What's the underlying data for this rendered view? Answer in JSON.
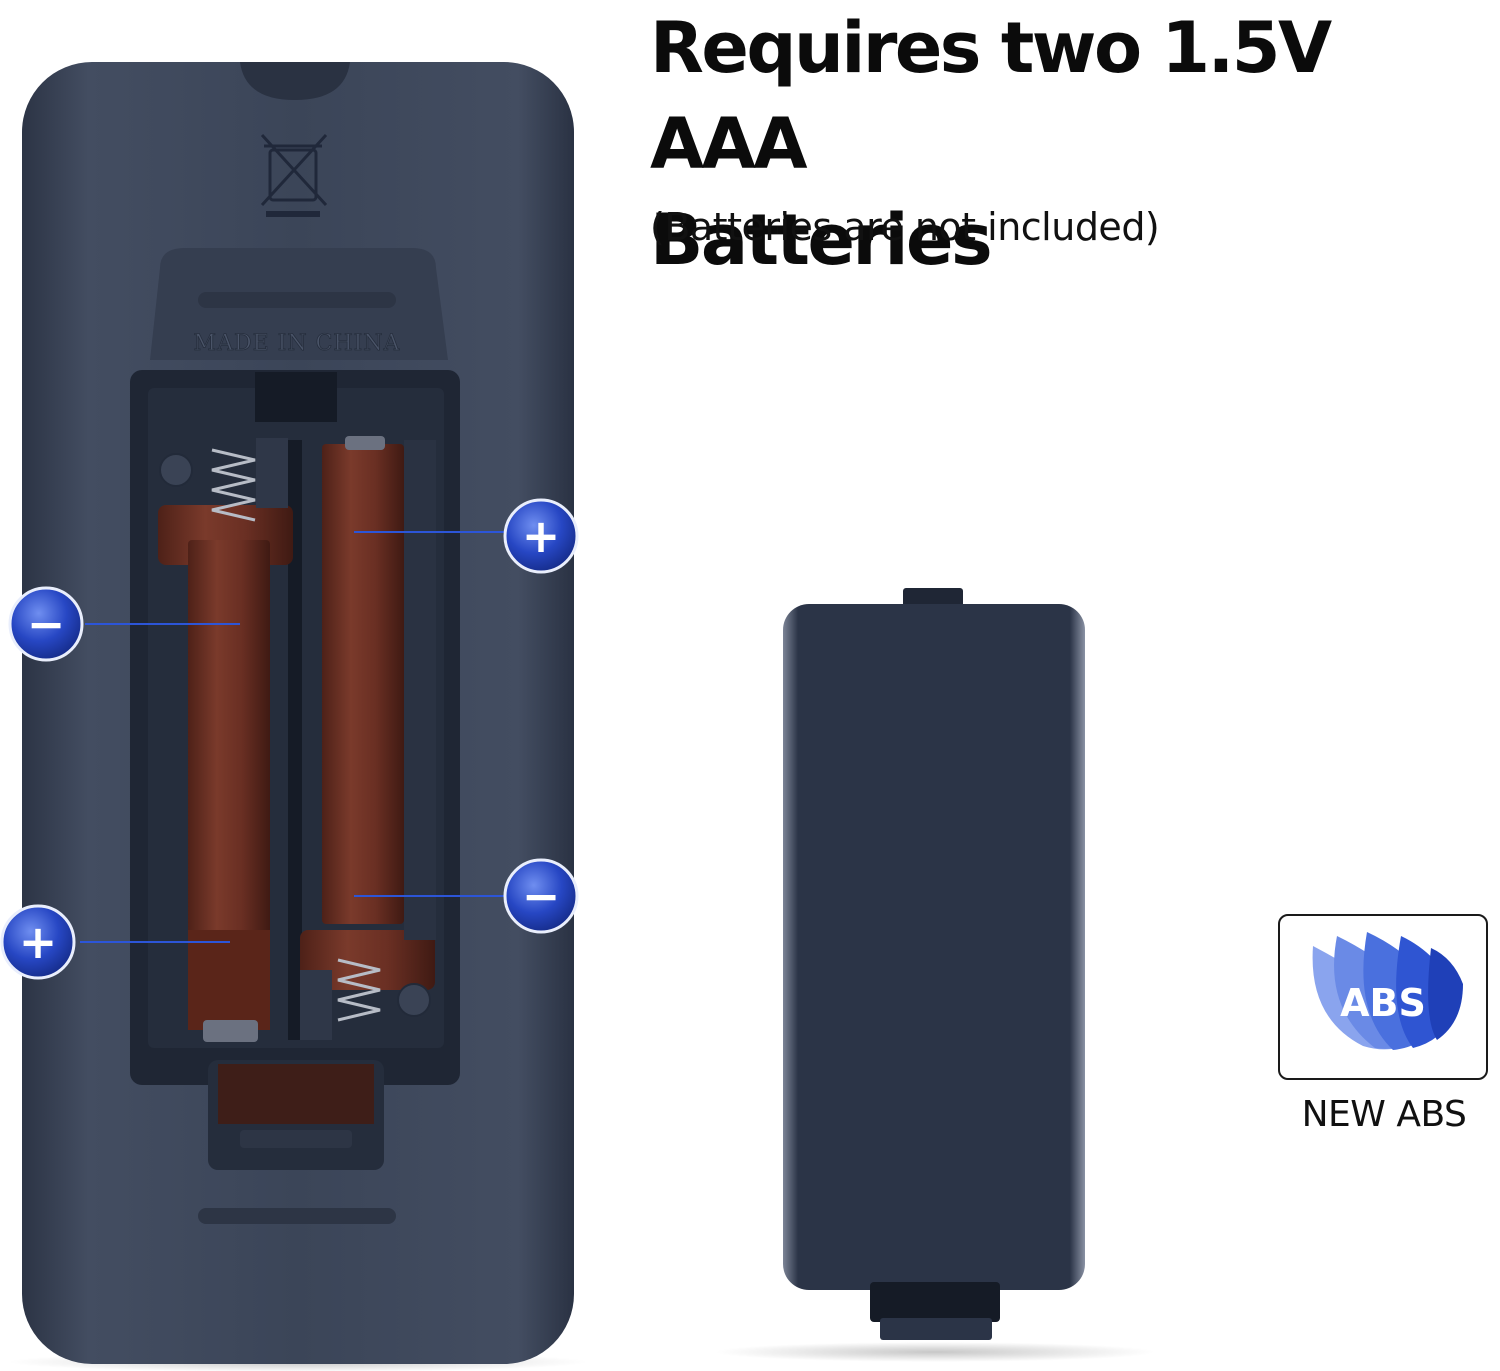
{
  "headline": {
    "line1": "Requires two 1.5V AAA",
    "line2": "Batteries"
  },
  "subtitle": "(Batteries are not included)",
  "remote": {
    "made_in": "MADE IN CHINA"
  },
  "polarity": {
    "plus": "+",
    "minus": "−"
  },
  "badge": {
    "logo_text": "ABS",
    "caption": "NEW ABS"
  },
  "colors": {
    "remote_body": "#3d4658",
    "battery_cover": "#2b3447",
    "battery_brown": "#6e2f22",
    "polarity_blue": "#1e3fb0",
    "abs_blue": "#2f5ad8"
  }
}
